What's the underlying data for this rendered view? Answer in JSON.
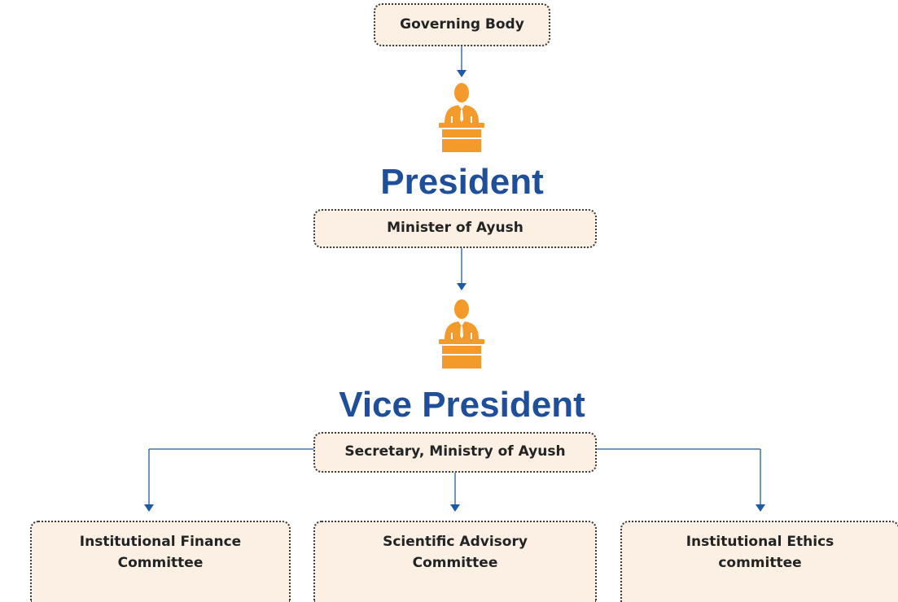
{
  "governing_body": {
    "label": "Governing Body"
  },
  "president": {
    "title": "President",
    "holder": "Minister of Ayush",
    "icon": "speaker-at-podium-icon"
  },
  "vice_president": {
    "title": "Vice President",
    "holder": "Secretary, Ministry of Ayush",
    "icon": "speaker-at-podium-icon"
  },
  "committees": [
    {
      "line1": "Institutional Finance",
      "line2": "Committee"
    },
    {
      "line1": "Scientific Advisory",
      "line2": "Committee"
    },
    {
      "line1": "Institutional Ethics",
      "line2": "committee"
    }
  ],
  "colors": {
    "title_blue": "#1f4f9a",
    "icon_orange": "#f39a2b",
    "box_fill": "#fcefe3",
    "connector_blue": "#1f5aa6"
  }
}
